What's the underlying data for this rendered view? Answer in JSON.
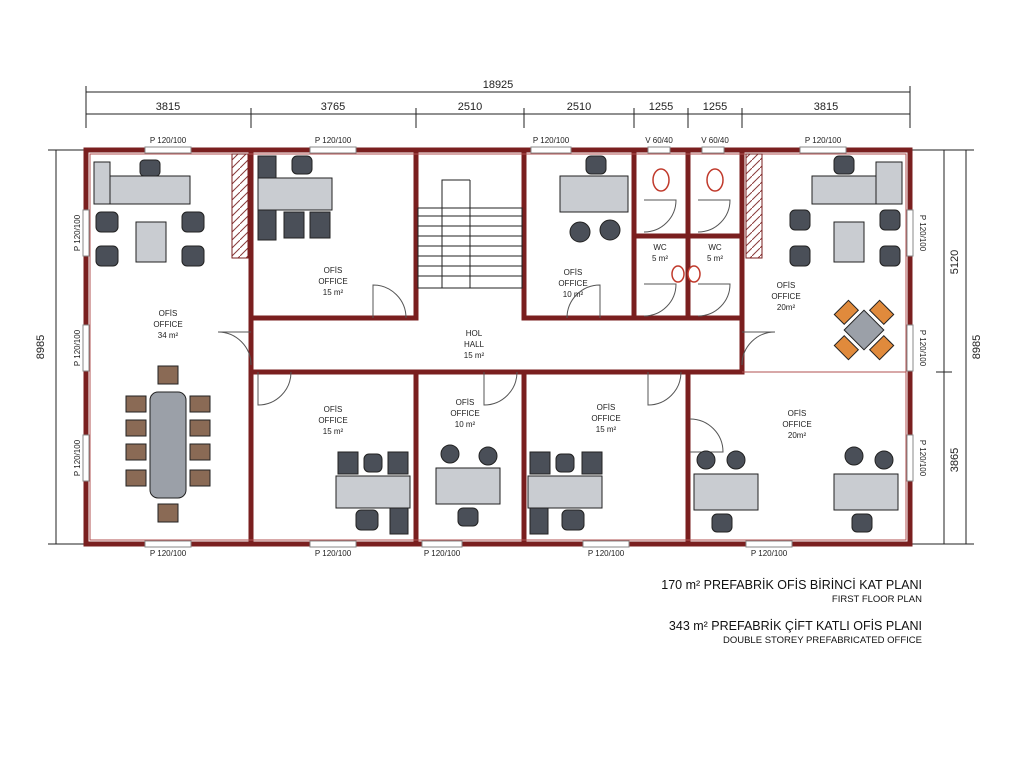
{
  "dimensions": {
    "overall": "18925",
    "segments": [
      "3815",
      "3765",
      "2510",
      "2510",
      "1255",
      "1255",
      "3815"
    ],
    "left_overall": "8985",
    "right_overall": "8985",
    "right_upper": "5120",
    "right_lower": "3865"
  },
  "windows": {
    "p": "P 120/100",
    "v": "V 60/40"
  },
  "rooms": {
    "ofis": "OFİS",
    "office": "OFFICE",
    "hol": "HOL",
    "hall": "HALL",
    "wc": "WC",
    "area_34": "34 m²",
    "area_15": "15 m²",
    "area_10": "10 m²",
    "area_20": "20m²",
    "area_hall": "15 m²",
    "area_wc": "5 m²"
  },
  "captions": {
    "line1": "170 m² PREFABRİK OFİS BİRİNCİ KAT PLANI",
    "line2": "FIRST FLOOR PLAN",
    "line3": "343 m² PREFABRİK ÇİFT KATLI OFİS PLANI",
    "line4": "DOUBLE STOREY PREFABRICATED OFFICE"
  },
  "colors": {
    "wall": "#7a1f1f",
    "chair": "#4a4f58",
    "desk": "#c9ccd1",
    "toilet": "#c0392b"
  }
}
